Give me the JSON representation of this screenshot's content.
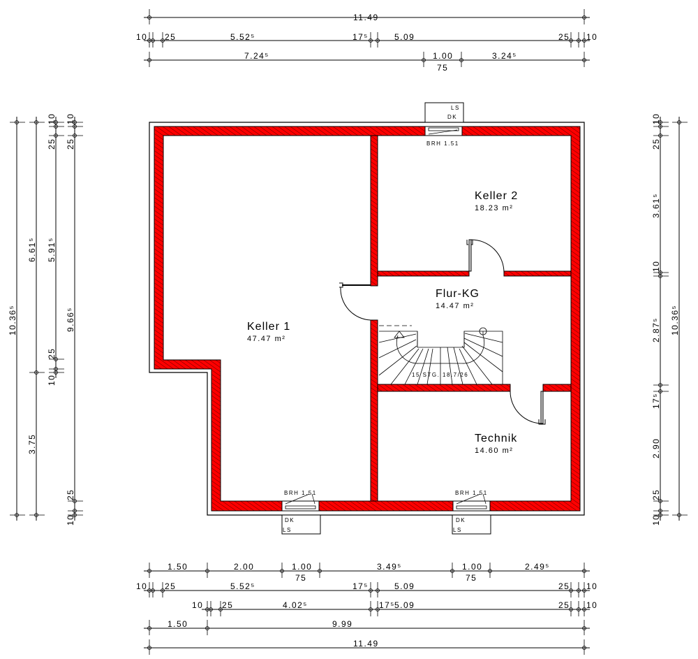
{
  "rooms": [
    {
      "name": "Keller 1",
      "area": "47.47 m²"
    },
    {
      "name": "Keller 2",
      "area": "18.23 m²"
    },
    {
      "name": "Flur-KG",
      "area": "14.47 m²"
    },
    {
      "name": "Technik",
      "area": "14.60 m²"
    }
  ],
  "stair_label": "15 STG. 18.7/26",
  "windows": {
    "sill": "BRH 1.51",
    "type": "DK",
    "shutter": "LS"
  },
  "dims": {
    "top": {
      "r1": [
        "11.49"
      ],
      "r2": [
        "10",
        "25",
        "5.52⁵",
        "17⁵",
        "5.09",
        "25",
        "10"
      ],
      "r3": [
        "7.24⁵",
        "1.00",
        "75",
        "3.24⁵"
      ]
    },
    "bottom": {
      "r1": [
        "1.50",
        "2.00",
        "1.00",
        "75",
        "3.49⁵",
        "1.00",
        "75",
        "2.49⁵"
      ],
      "r2": [
        "10",
        "25",
        "5.52⁵",
        "17⁵",
        "5.09",
        "25",
        "10"
      ],
      "r3": [
        "10",
        "25",
        "4.02⁵",
        "17⁵",
        "5.09",
        "25",
        "10"
      ],
      "r4": [
        "1.50",
        "9.99"
      ],
      "r5": [
        "11.49"
      ]
    },
    "left": {
      "c1": [
        "10.36⁵"
      ],
      "c2": [
        "6.61⁵",
        "3.75"
      ],
      "c3": [
        "10",
        "25",
        "5.91⁵",
        "25",
        "10"
      ],
      "c4": [
        "10",
        "25",
        "9.66⁵",
        "25",
        "10"
      ]
    },
    "right": {
      "c1": [
        "10",
        "25",
        "3.61⁵",
        "10",
        "2.87⁵",
        "17⁵",
        "2.90",
        "25",
        "10"
      ],
      "c2": [
        "10.36⁵"
      ]
    }
  },
  "colors": {
    "wall": "#ff0000",
    "hatch": "#7a0000",
    "line": "#000000"
  }
}
